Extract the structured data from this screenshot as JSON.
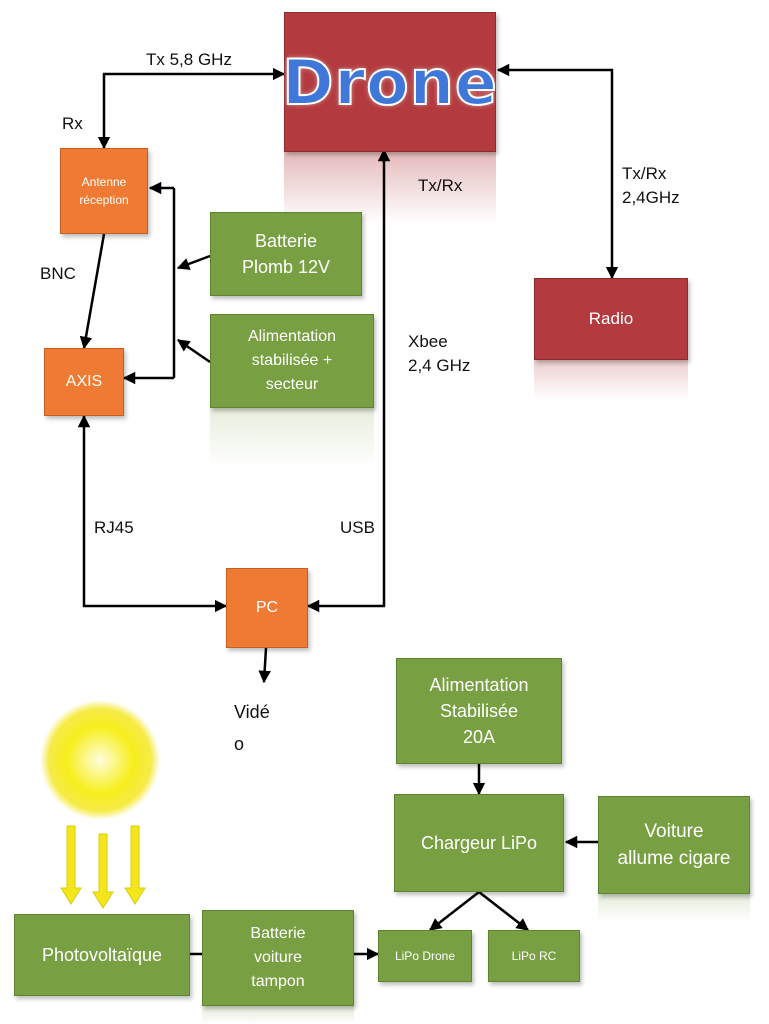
{
  "nodes": {
    "drone": "Drone",
    "radio": "Radio",
    "antenne": "Antenne\nréception",
    "axis": "AXIS",
    "batterie_plomb": "Batterie\nPlomb 12V",
    "alim_secteur": "Alimentation\nstabilisée +\nsecteur",
    "pc": "PC",
    "alim_20a": "Alimentation\nStabilisée\n20A",
    "chargeur": "Chargeur LiPo",
    "voiture": "Voiture\nallume cigare",
    "photovoltaique": "Photovoltaïque",
    "batterie_voiture": "Batterie\nvoiture\ntampon",
    "lipo_drone": "LiPo Drone",
    "lipo_rc": "LiPo RC"
  },
  "labels": {
    "tx58": "Tx 5,8 GHz",
    "rx": "Rx",
    "txrx_center": "Tx/Rx",
    "txrx_right": "Tx/Rx\n2,4GHz",
    "bnc": "BNC",
    "xbee": "Xbee\n2,4 GHz",
    "rj45": "RJ45",
    "usb": "USB",
    "video": "Vidé\no"
  },
  "colors": {
    "red": "#b33a3e",
    "orange": "#ee7a33",
    "green": "#78a042",
    "drone_text": "#3f78d8",
    "sun": "#f7ef1c"
  }
}
